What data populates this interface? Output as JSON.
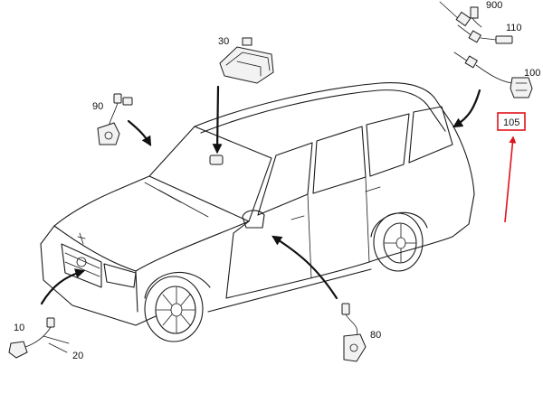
{
  "labels": {
    "p900": "900",
    "p110": "110",
    "p100": "100",
    "p105": "105",
    "p30": "30",
    "p90": "90",
    "p10": "10",
    "p20": "20",
    "p80": "80"
  },
  "colors": {
    "line": "#1a1a1a",
    "highlight": "#e0141b",
    "background": "#ffffff"
  }
}
